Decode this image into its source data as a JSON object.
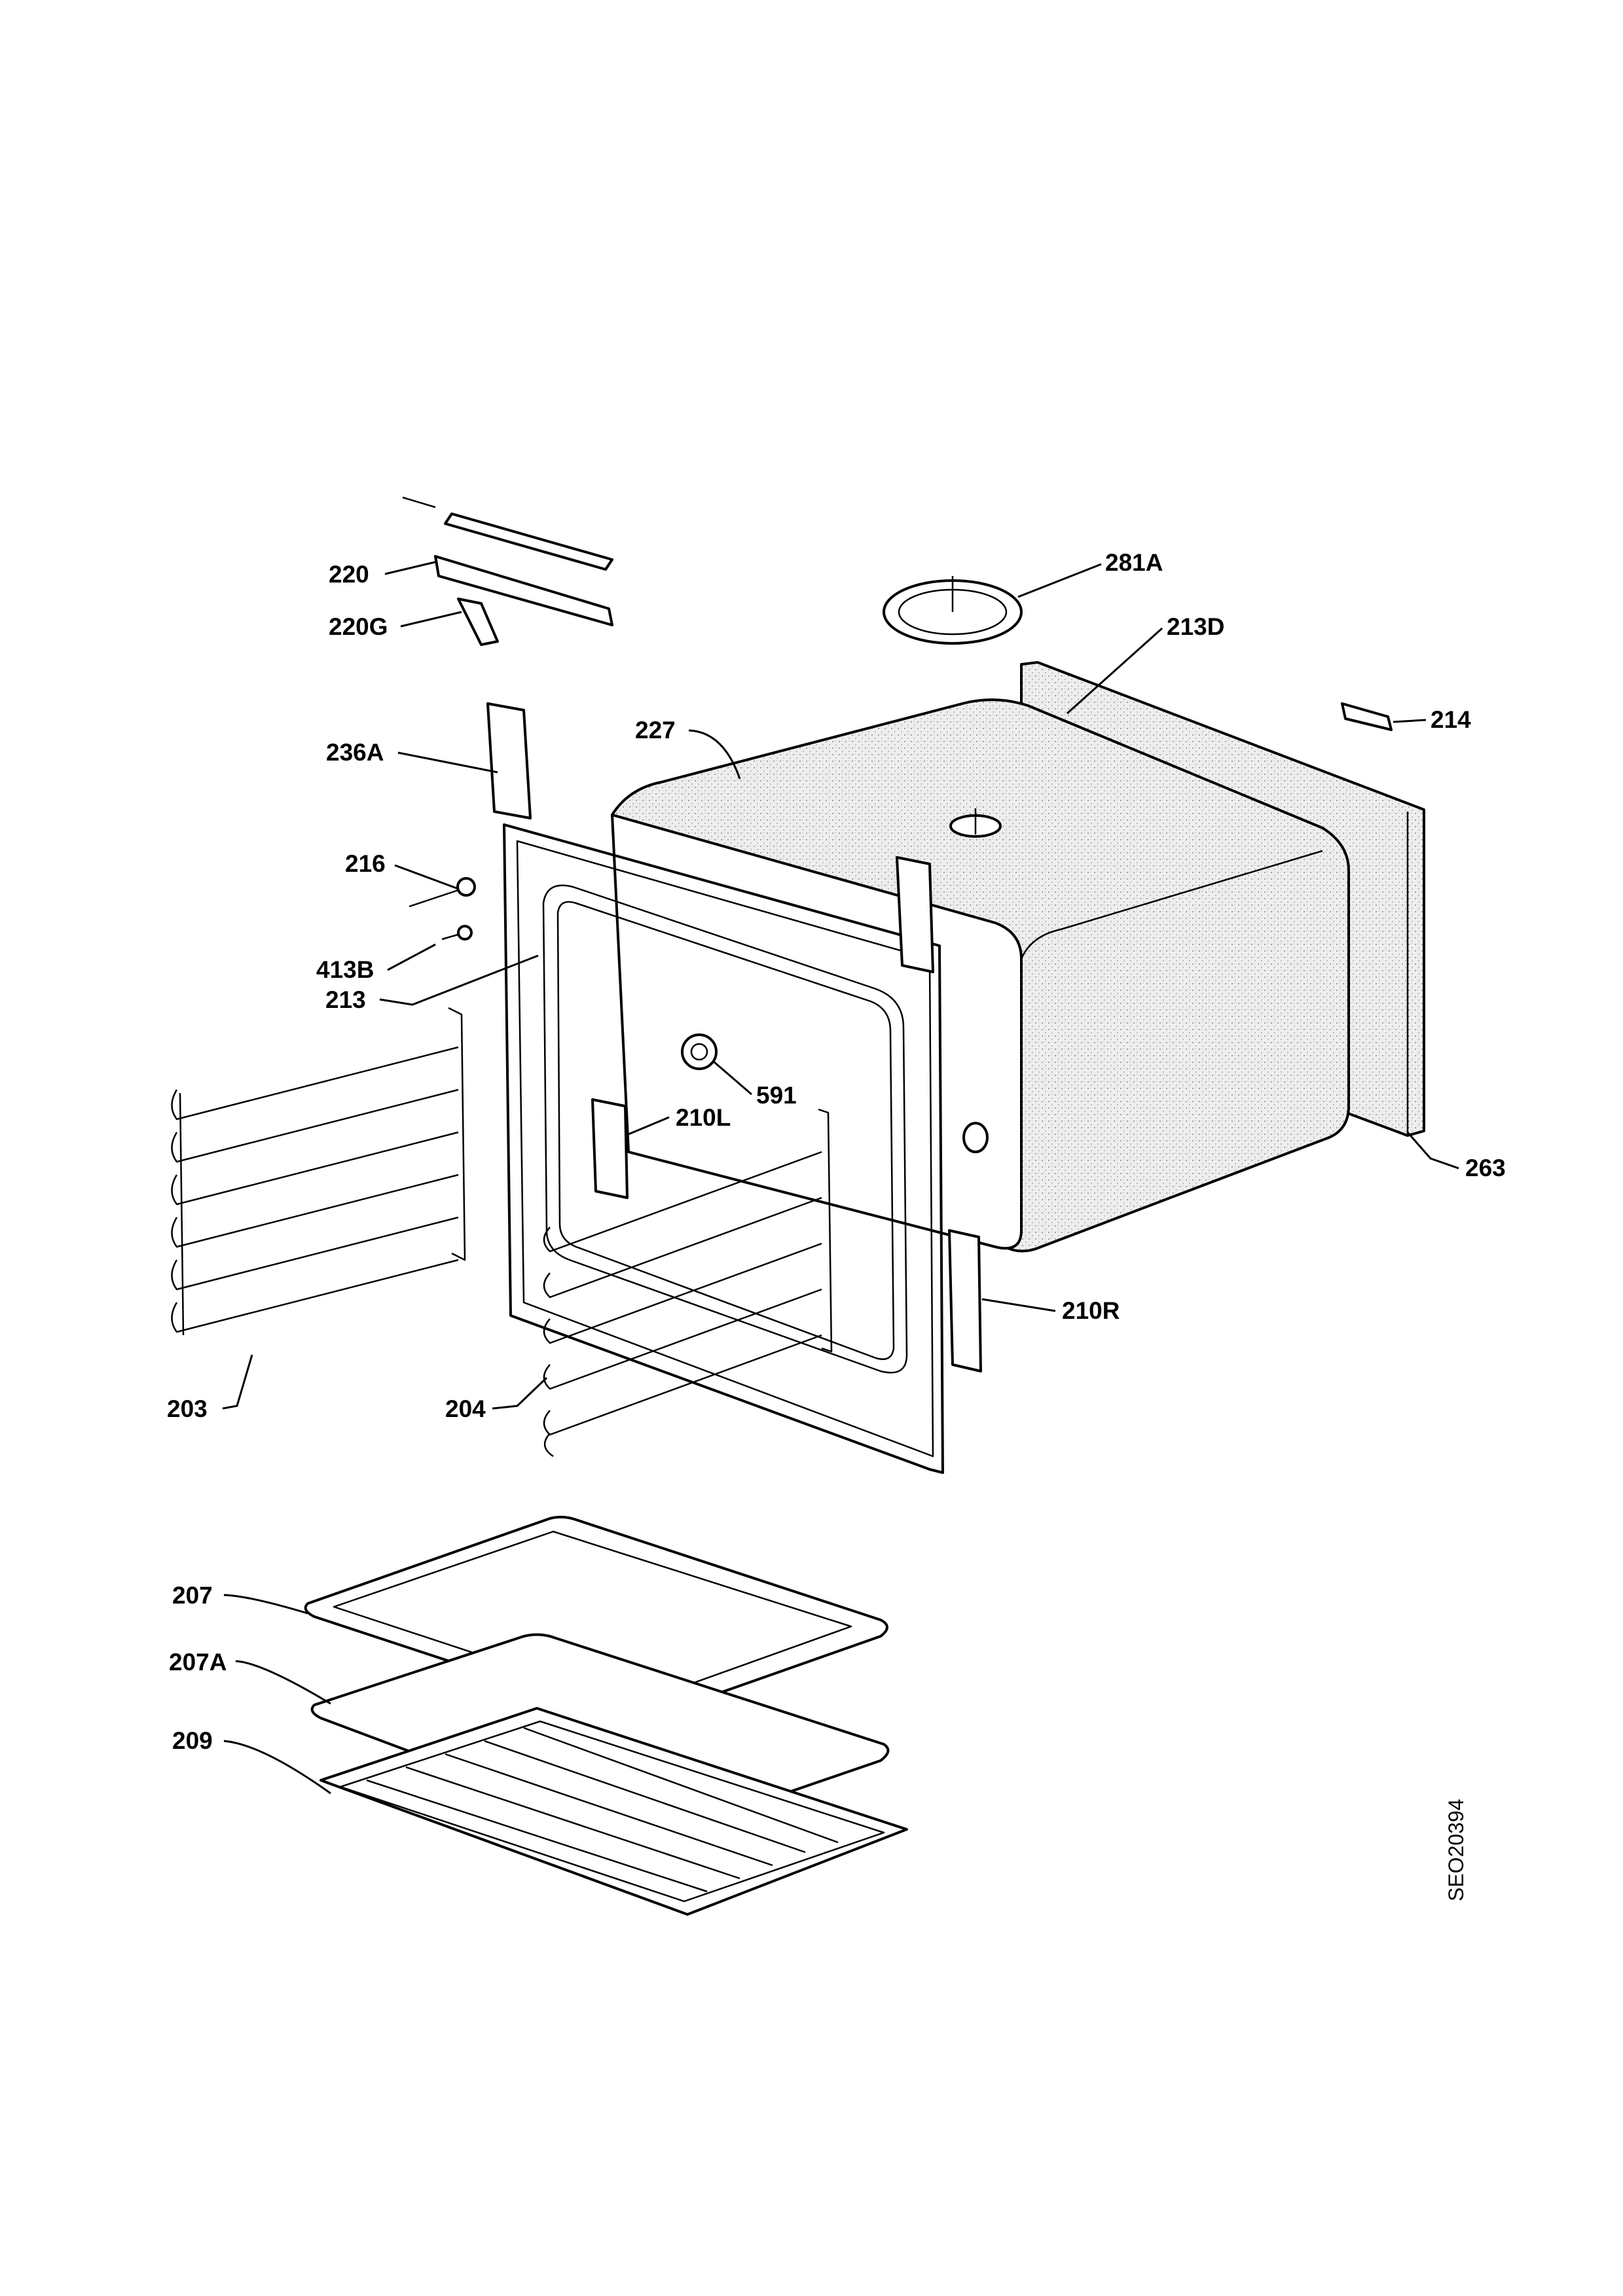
{
  "drawing_code": "SEO20394",
  "callouts": [
    {
      "id": "220",
      "label": "220"
    },
    {
      "id": "220G",
      "label": "220G"
    },
    {
      "id": "281A",
      "label": "281A"
    },
    {
      "id": "213D",
      "label": "213D"
    },
    {
      "id": "227",
      "label": "227"
    },
    {
      "id": "214",
      "label": "214"
    },
    {
      "id": "236A",
      "label": "236A"
    },
    {
      "id": "216",
      "label": "216"
    },
    {
      "id": "413B",
      "label": "413B"
    },
    {
      "id": "213",
      "label": "213"
    },
    {
      "id": "591",
      "label": "591"
    },
    {
      "id": "210L",
      "label": "210L"
    },
    {
      "id": "263",
      "label": "263"
    },
    {
      "id": "210R",
      "label": "210R"
    },
    {
      "id": "203",
      "label": "203"
    },
    {
      "id": "204",
      "label": "204"
    },
    {
      "id": "207",
      "label": "207"
    },
    {
      "id": "207A",
      "label": "207A"
    },
    {
      "id": "209",
      "label": "209"
    }
  ]
}
